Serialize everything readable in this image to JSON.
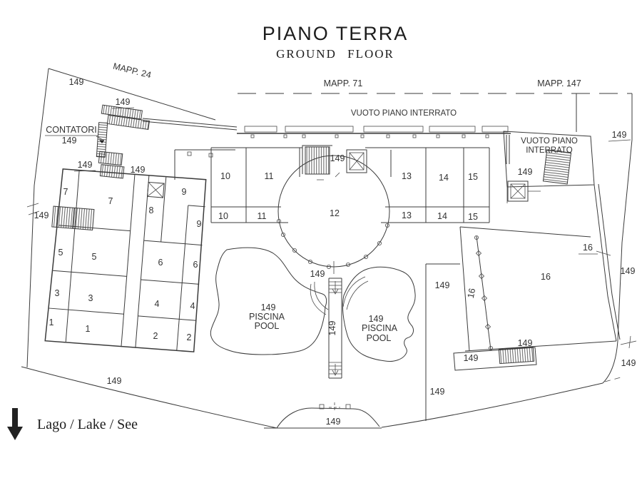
{
  "title": {
    "main": "PIANO TERRA",
    "sub": "GROUND FLOOR"
  },
  "boundaries": {
    "mapp24": "MAPP. 24",
    "mapp71": "MAPP. 71",
    "mapp147": "MAPP. 147"
  },
  "annotations": {
    "vuoto_center": "VUOTO PIANO INTERRATO",
    "vuoto_right_1": "VUOTO PIANO",
    "vuoto_right_2": "INTERRATO",
    "contatori": "CONTATORI",
    "lake": "Lago / Lake / See",
    "parcel": "149",
    "piscina": "PISCINA",
    "pool": "POOL"
  },
  "rooms": {
    "r1": "1",
    "r2": "2",
    "r3": "3",
    "r4": "4",
    "r5": "5",
    "r6": "6",
    "r7": "7",
    "r8": "8",
    "r9": "9",
    "r10": "10",
    "r11": "11",
    "r12": "12",
    "r13": "13",
    "r14": "14",
    "r15": "15",
    "r16": "16"
  },
  "colors": {
    "ink": "#3b3b3b",
    "paper": "#ffffff"
  }
}
